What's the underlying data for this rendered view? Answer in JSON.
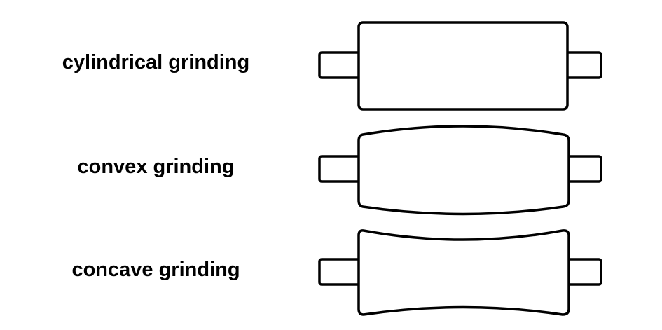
{
  "rolls": [
    {
      "label": "cylindrical grinding",
      "shape": "cylindrical"
    },
    {
      "label": "convex grinding",
      "shape": "convex"
    },
    {
      "label": "concave grinding",
      "shape": "concave"
    }
  ]
}
